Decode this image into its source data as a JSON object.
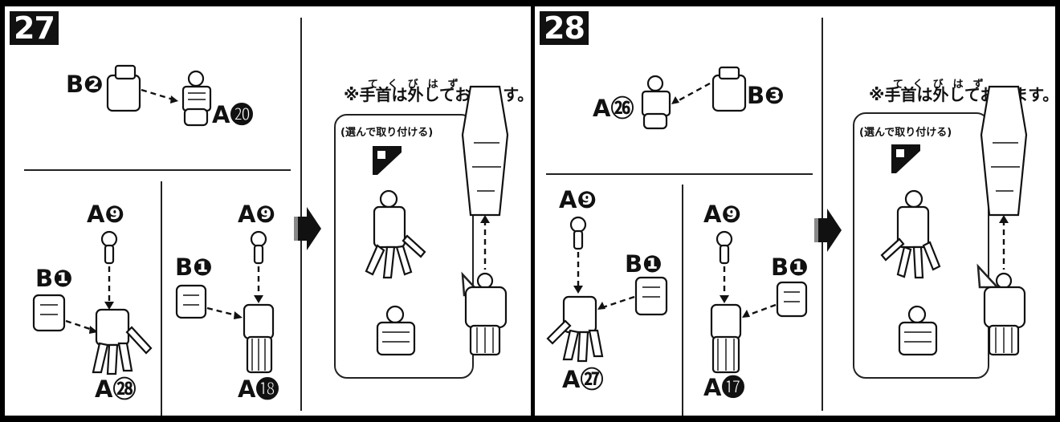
{
  "steps": [
    {
      "number": "27",
      "top_parts": {
        "left_label": "B❷",
        "right_label": "A⓴"
      },
      "left_sub": {
        "top_label": "A❾",
        "side_label": "B❶",
        "result_label": "A㉘"
      },
      "mid_sub": {
        "top_label": "A❾",
        "side_label": "B❶",
        "result_label": "A⓲"
      },
      "note": "※手首は外しておきます。",
      "note_ruby": [
        "て",
        "くび",
        "はず"
      ],
      "choose_label": "(選んで取り付ける)"
    },
    {
      "number": "28",
      "top_parts": {
        "left_label": "A㉖",
        "right_label": "B❸"
      },
      "left_sub": {
        "top_label": "A❾",
        "side_label": "B❶",
        "result_label": "A㉗"
      },
      "mid_sub": {
        "top_label": "A❾",
        "side_label": "B❶",
        "result_label": "A⓱"
      },
      "note": "※手首は外しておきます。",
      "note_ruby": [
        "て",
        "くび",
        "はず"
      ],
      "choose_label": "(選んで取り付ける)"
    }
  ],
  "icons": {
    "step_arrow": "right-arrow-icon",
    "option_mark": "choose-option-icon"
  }
}
